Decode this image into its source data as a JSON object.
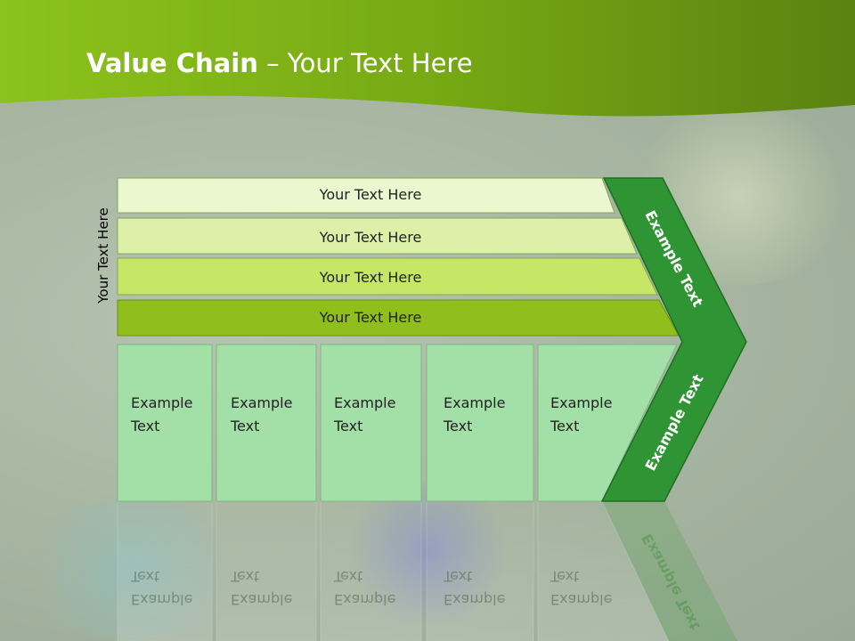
{
  "title": {
    "bold": "Value Chain",
    "rest": " – Your Text Here"
  },
  "side_label": "Your Text Here",
  "bars": [
    {
      "label": "Your Text Here",
      "fill": "#eaf7cf"
    },
    {
      "label": "Your Text Here",
      "fill": "#dcf0a8"
    },
    {
      "label": "Your Text Here",
      "fill": "#c6e765"
    },
    {
      "label": "Your Text Here",
      "fill": "#8fbe1d"
    }
  ],
  "columns": [
    {
      "line1": "Example",
      "line2": "Text"
    },
    {
      "line1": "Example",
      "line2": "Text"
    },
    {
      "line1": "Example",
      "line2": "Text"
    },
    {
      "line1": "Example",
      "line2": "Text"
    },
    {
      "line1": "Example",
      "line2": "Text"
    }
  ],
  "chevron": {
    "upper": "Example Text",
    "lower": "Example Text"
  },
  "colors": {
    "header_green": "#8cc21c",
    "column_fill": "#a3e0a8",
    "chevron_fill": "#2f9433",
    "chevron_stroke": "#1f6e22"
  }
}
